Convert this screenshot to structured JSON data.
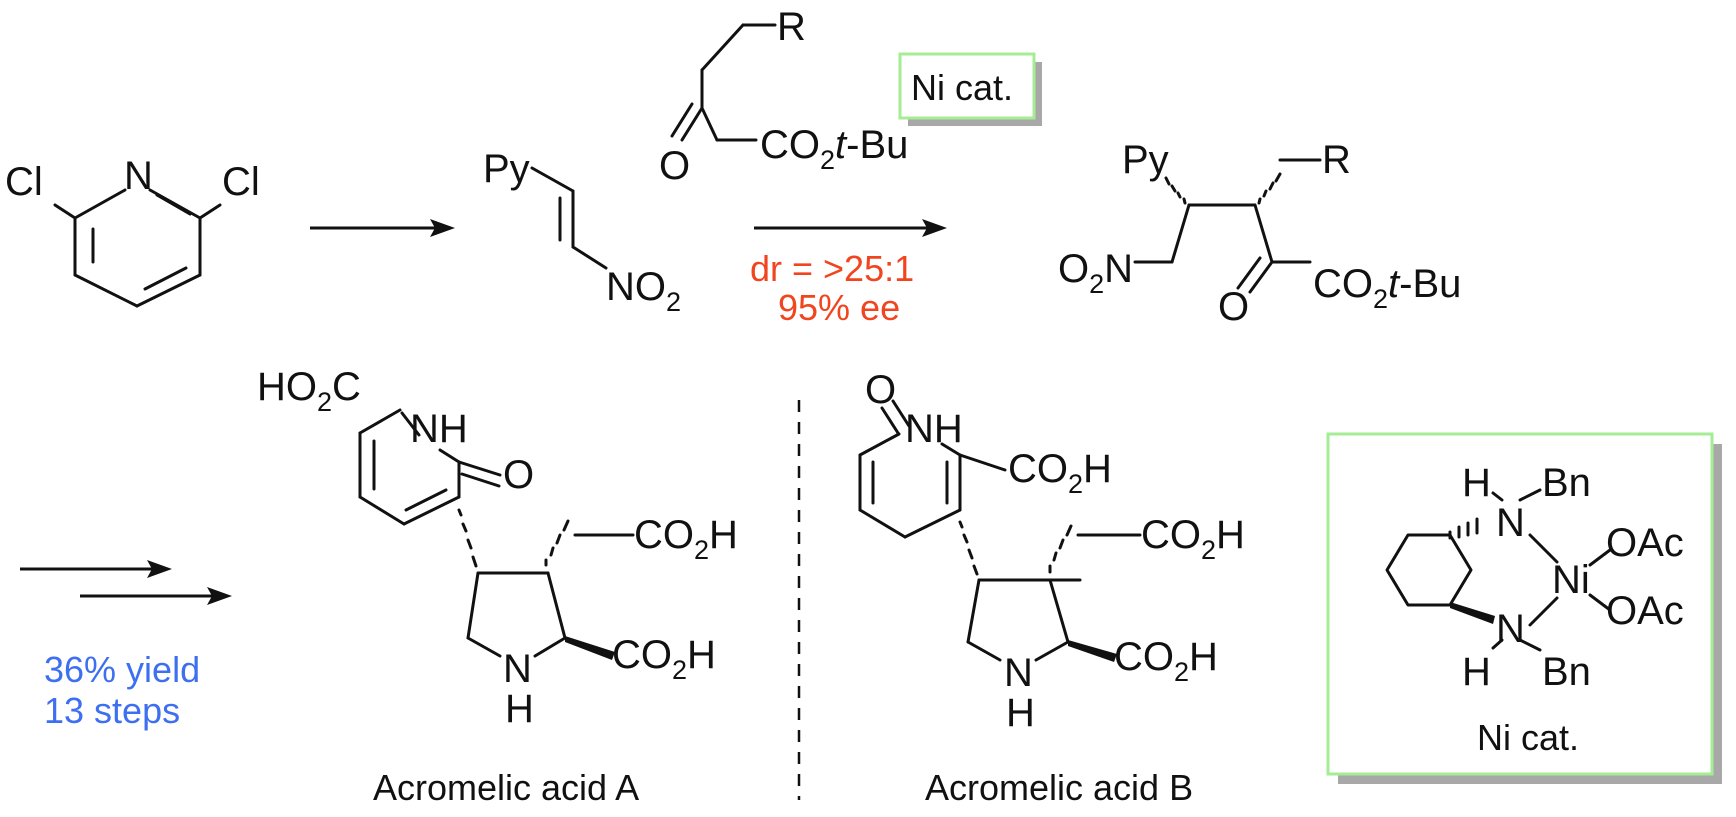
{
  "labels": {
    "cl": "Cl",
    "n": "N",
    "py": "Py",
    "no2_a": "NO",
    "no2_b": "O",
    "o2n_a": "O",
    "o2n_b": "N",
    "r": "R",
    "o": "O",
    "co2_a": "CO",
    "t_bu_t": "t",
    "t_bu_rest": "-Bu",
    "two": "2",
    "ho2c_a": "HO",
    "ho2c_b": "C",
    "nh": "NH",
    "co2h_a": "CO",
    "co2h_b": "H",
    "h": "H",
    "bn": "Bn",
    "ni": "Ni",
    "oac": "OAc"
  },
  "ni_cat_label": "Ni cat.",
  "ni_cat_caption": "Ni cat.",
  "conditions": {
    "dr": "dr = >25:1",
    "ee": "95% ee",
    "yield": "36% yield",
    "steps": "13 steps"
  },
  "products": {
    "a": "Acromelic acid A",
    "b": "Acromelic acid B"
  },
  "colors": {
    "selectivity": "#f0451f",
    "yield": "#3e6ff0",
    "box_border": "#a6ec94",
    "box_shadow": "#a8a8a8",
    "ink": "#111111"
  }
}
